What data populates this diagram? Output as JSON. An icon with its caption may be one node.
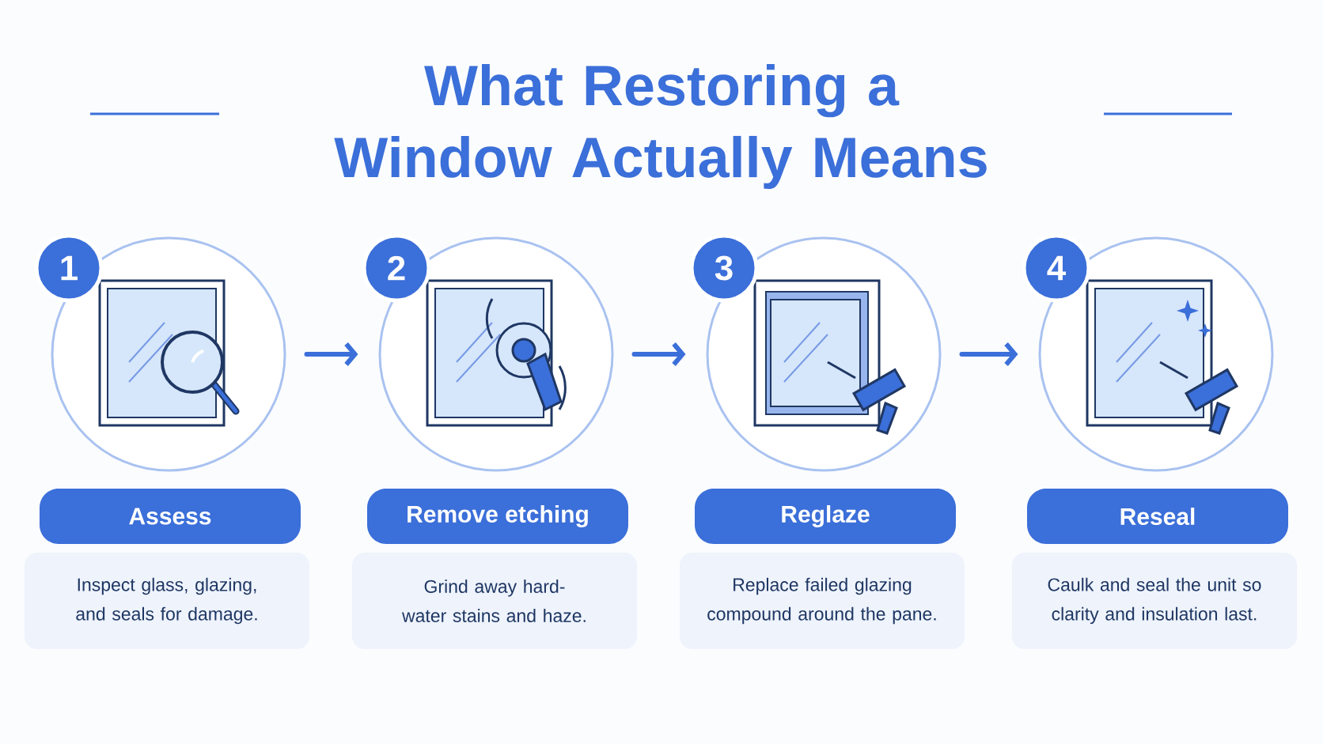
{
  "diagram": {
    "title": "What Restoring a Window Actually Means",
    "nodes": [
      {
        "text": [
          "1"
        ]
      },
      {
        "text": [],
        "shape": "circle"
      },
      {
        "text": [
          "Assess"
        ]
      },
      {
        "text": [
          "Inspect glass, glazing, and seals for damage."
        ]
      },
      {
        "text": [
          "2"
        ]
      },
      {
        "text": [],
        "shape": "circle"
      },
      {
        "text": [
          "Remove etching"
        ]
      },
      {
        "text": [
          "Grind away hard-water stains and haze."
        ]
      },
      {
        "text": [
          "3"
        ]
      },
      {
        "text": [],
        "shape": "circle"
      },
      {
        "text": [
          "Reglaze"
        ]
      },
      {
        "text": [
          "Replace failed glazing compound around the pane."
        ]
      },
      {
        "text": [
          "4"
        ]
      },
      {
        "text": [],
        "shape": "circle"
      },
      {
        "text": [
          "Reseal"
        ]
      },
      {
        "text": [
          "Caulk and seal the unit so clarity and insulation last."
        ]
      }
    ],
    "edges": [
      {
        "from": 1,
        "to": 5,
        "arrow": "to"
      },
      {
        "from": 5,
        "to": 9,
        "arrow": "to"
      },
      {
        "from": 9,
        "to": 13,
        "arrow": "to"
      }
    ]
  }
}
